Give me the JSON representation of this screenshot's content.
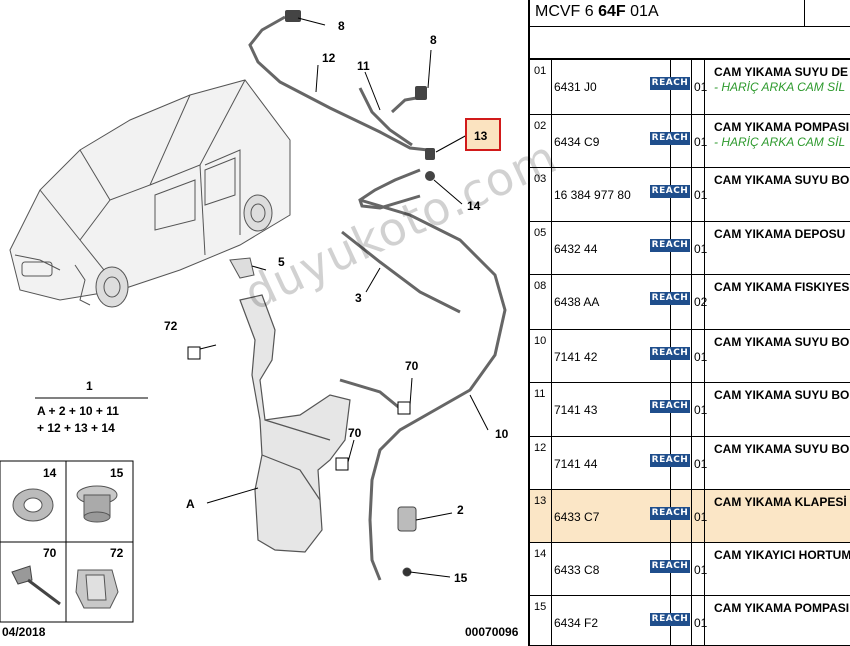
{
  "diagram": {
    "callouts": [
      "8",
      "12",
      "11",
      "8",
      "13",
      "14",
      "5",
      "72",
      "3",
      "70",
      "1",
      "10",
      "70",
      "A",
      "2",
      "15"
    ],
    "formula_top": "A + 2 + 10 + 11",
    "formula_bottom": "+ 12 + 13 + 14",
    "legend": [
      "14",
      "15",
      "70",
      "72"
    ],
    "date": "04/2018",
    "drawing_no": "00070096",
    "watermark": "duyukoto.com",
    "highlight_color": "#fbe3c0",
    "highlight_border": "#d11a1a"
  },
  "table": {
    "code_prefix": "MCVF 6 ",
    "code_bold": "64F",
    "code_suffix": " 01A",
    "rows": [
      {
        "idx": "01",
        "ref": "6431 J0",
        "badge": "REACH",
        "qty": "01",
        "desc": "CAM YIKAMA SUYU DE",
        "note": "- HARİÇ ARKA CAM SİL"
      },
      {
        "idx": "02",
        "ref": "6434 C9",
        "badge": "REACH",
        "qty": "01",
        "desc": "CAM YIKAMA POMPASI",
        "note": "- HARİÇ ARKA CAM SİL"
      },
      {
        "idx": "03",
        "ref": "16 384 977 80",
        "badge": "REACH",
        "qty": "01",
        "desc": "CAM YIKAMA SUYU BO",
        "note": ""
      },
      {
        "idx": "05",
        "ref": "6432 44",
        "badge": "REACH",
        "qty": "01",
        "desc": "CAM YIKAMA DEPOSU",
        "note": ""
      },
      {
        "idx": "08",
        "ref": "6438 AA",
        "badge": "REACH",
        "qty": "02",
        "desc": "CAM YIKAMA FISKIYES",
        "note": ""
      },
      {
        "idx": "10",
        "ref": "7141 42",
        "badge": "REACH",
        "qty": "01",
        "desc": "CAM YIKAMA SUYU BO",
        "note": ""
      },
      {
        "idx": "11",
        "ref": "7141 43",
        "badge": "REACH",
        "qty": "01",
        "desc": "CAM YIKAMA SUYU BO",
        "note": ""
      },
      {
        "idx": "12",
        "ref": "7141 44",
        "badge": "REACH",
        "qty": "01",
        "desc": "CAM YIKAMA SUYU BO",
        "note": ""
      },
      {
        "idx": "13",
        "ref": "6433 C7",
        "badge": "REACH",
        "qty": "01",
        "desc": "CAM YIKAMA KLAPESİ",
        "note": ""
      },
      {
        "idx": "14",
        "ref": "6433 C8",
        "badge": "REACH",
        "qty": "01",
        "desc": "CAM YIKAYICI HORTUM",
        "note": ""
      },
      {
        "idx": "15",
        "ref": "6434 F2",
        "badge": "REACH",
        "qty": "01",
        "desc": "CAM YIKAMA POMPASI",
        "note": ""
      }
    ],
    "highlight_row_color": "#fbe6c6",
    "badge_color": "#1f4e8c",
    "note_color": "#2e9a2e"
  }
}
